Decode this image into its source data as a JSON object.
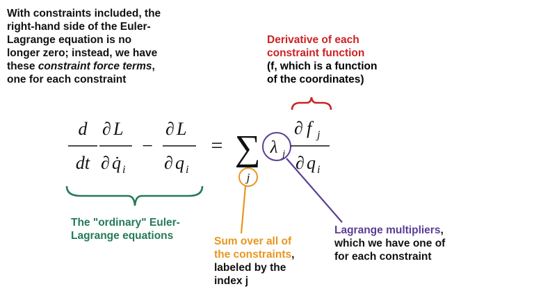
{
  "intro": {
    "lines": [
      "With constraints included, the",
      "right-hand side of the Euler-",
      "Lagrange equation is no",
      "longer zero; instead, we have",
      "one for each constraint"
    ],
    "line5_prefix": "these ",
    "line5_emph": "constraint force terms",
    "line5_suffix": ","
  },
  "derivative_note": {
    "title_lines": [
      "Derivative of each",
      "constraint function"
    ],
    "body_lines": [
      "(f, which is a function",
      "of the coordinates)"
    ]
  },
  "ordinary_note": {
    "lines": [
      "The \"ordinary\" Euler-",
      "Lagrange equations"
    ]
  },
  "sum_note": {
    "lines": [
      "Sum over all of",
      "the constraints",
      "labeled by the",
      "index j"
    ],
    "comma": ","
  },
  "multiplier_note": {
    "title": "Lagrange multipliers",
    "comma": ",",
    "lines": [
      "which we have one of",
      "for each constraint"
    ]
  },
  "equation": {
    "d": "d",
    "dt": "dt",
    "partial": "∂",
    "L": "L",
    "q": "q",
    "q_dot": "q̇",
    "i": "i",
    "minus": "−",
    "equals": "=",
    "sigma": "∑",
    "j": "j",
    "lambda": "λ",
    "f": "f"
  },
  "colors": {
    "red": "#cc2222",
    "green": "#237a57",
    "orange": "#e8961e",
    "purple": "#5b3d94",
    "text": "#111111"
  }
}
